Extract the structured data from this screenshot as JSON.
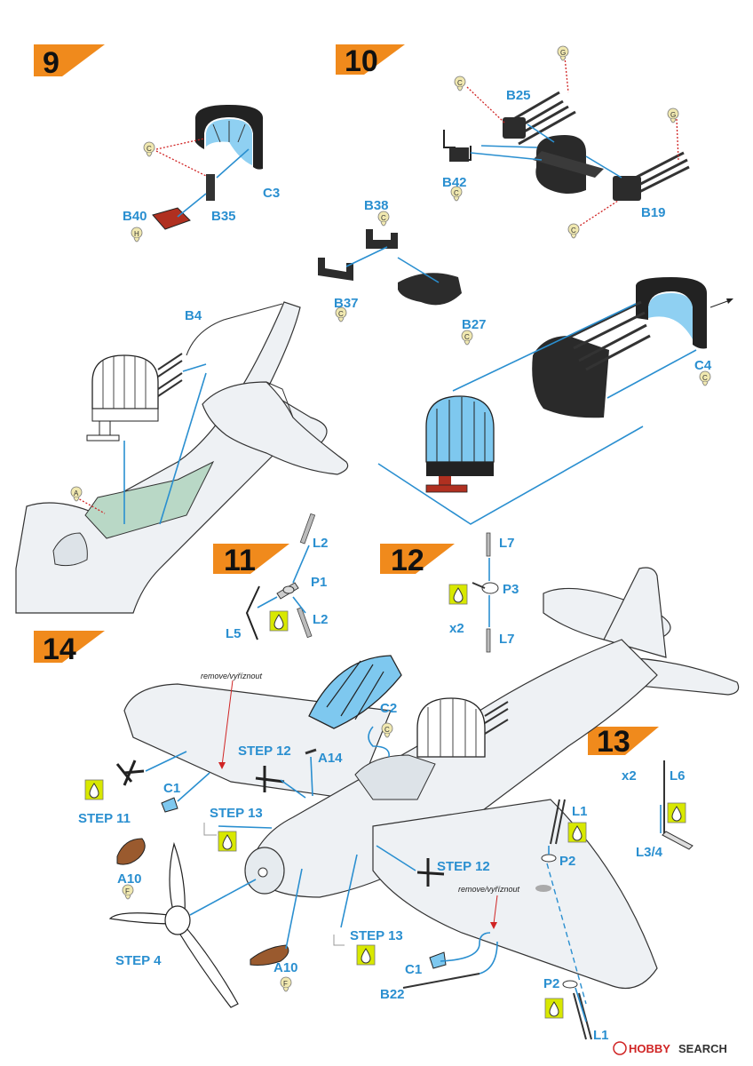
{
  "steps": {
    "s9": "9",
    "s10": "10",
    "s11": "11",
    "s12": "12",
    "s13": "13",
    "s14": "14"
  },
  "multipliers": {
    "s12": "x2",
    "s13": "x2"
  },
  "parts": {
    "c3": "C3",
    "b35": "B35",
    "b40": "B40",
    "b4": "B4",
    "b25": "B25",
    "b42": "B42",
    "b19": "B19",
    "b38": "B38",
    "b37": "B37",
    "b27": "B27",
    "c4": "C4",
    "l2a": "L2",
    "p1": "P1",
    "l2b": "L2",
    "l5": "L5",
    "l7a": "L7",
    "p3": "P3",
    "l7b": "L7",
    "l6": "L6",
    "l34": "L3/4",
    "c2": "C2",
    "a14": "A14",
    "c1a": "C1",
    "a10a": "A10",
    "a10b": "A10",
    "l1a": "L1",
    "p2a": "P2",
    "c1b": "C1",
    "b22": "B22",
    "p2b": "P2",
    "l1b": "L1"
  },
  "step_refs": {
    "step12_top": "STEP 12",
    "step11": "STEP 11",
    "step13_top": "STEP 13",
    "step4": "STEP 4",
    "step12_right": "STEP 12",
    "step13_bottom": "STEP 13"
  },
  "notes": {
    "remove_top": "remove/vyříznout",
    "remove_bottom": "remove/vyříznout"
  },
  "paint_codes": {
    "s9a": "C",
    "s9b": "H",
    "s10a": "C",
    "s10b": "C",
    "s10c": "G",
    "s10d": "C",
    "s10e": "C",
    "s10f": "G",
    "s10g": "C",
    "s10h": "C",
    "s10i": "C",
    "cockpit": "A",
    "c2": "C",
    "a10a": "F",
    "a10b": "F"
  },
  "watermark": {
    "brand": "HOBBY",
    "suffix": "SEARCH"
  },
  "colors": {
    "callout_blue": "#2a8fd0",
    "step_orange": "#f08a1c",
    "paint_red": "#d02424",
    "glue_yellow": "#d8e800",
    "canopy_blue": "#7ec8ef"
  }
}
